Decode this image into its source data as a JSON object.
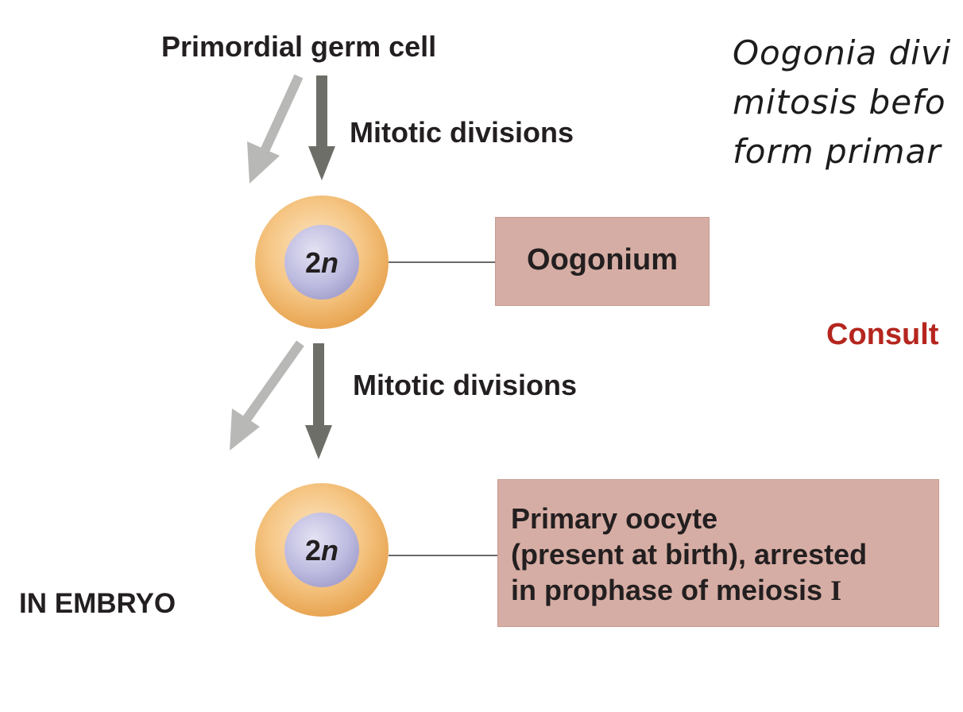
{
  "diagram": {
    "title": "Primordial germ cell",
    "step1_label": "Mitotic divisions",
    "step2_label": "Mitotic divisions",
    "cell1": {
      "ploidy_num": "2",
      "ploidy_var": "n"
    },
    "cell2": {
      "ploidy_num": "2",
      "ploidy_var": "n"
    },
    "box1_text": "Oogonium",
    "box2_lines": [
      "Primary oocyte",
      "(present at birth), arrested",
      "in prophase of meiosis "
    ],
    "box2_roman": "I",
    "location_label": "IN EMBRYO"
  },
  "annotation": {
    "lines": [
      "Oogonia divi",
      "mitosis befo",
      "form primar"
    ],
    "consult": "Consult"
  },
  "colors": {
    "arrow_dark": "#6d6e68",
    "arrow_light": "#b8b9b7",
    "cell_outer": "#f2bd73",
    "cell_inner": "#bfbde0",
    "box_fill": "#d6ada4",
    "consult_red": "#b5261e"
  }
}
